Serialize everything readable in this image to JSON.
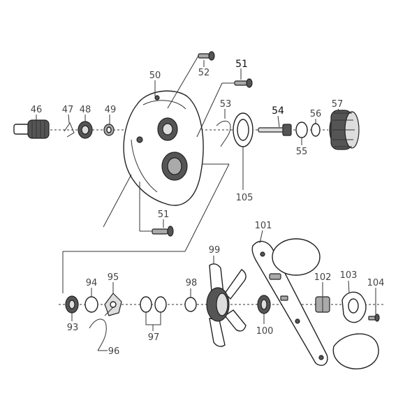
{
  "labels": {
    "p46": "46",
    "p47": "47",
    "p48": "48",
    "p49": "49",
    "p50": "50",
    "p51a": "51",
    "p51b": "51",
    "p52": "52",
    "p53": "53",
    "p54": "54",
    "p55": "55",
    "p56": "56",
    "p57": "57",
    "p105": "105",
    "p93": "93",
    "p94": "94",
    "p95": "95",
    "p96": "96",
    "p97": "97",
    "p98": "98",
    "p99": "99",
    "p100": "100",
    "p101": "101",
    "p102": "102",
    "p103": "103",
    "p104": "104"
  }
}
